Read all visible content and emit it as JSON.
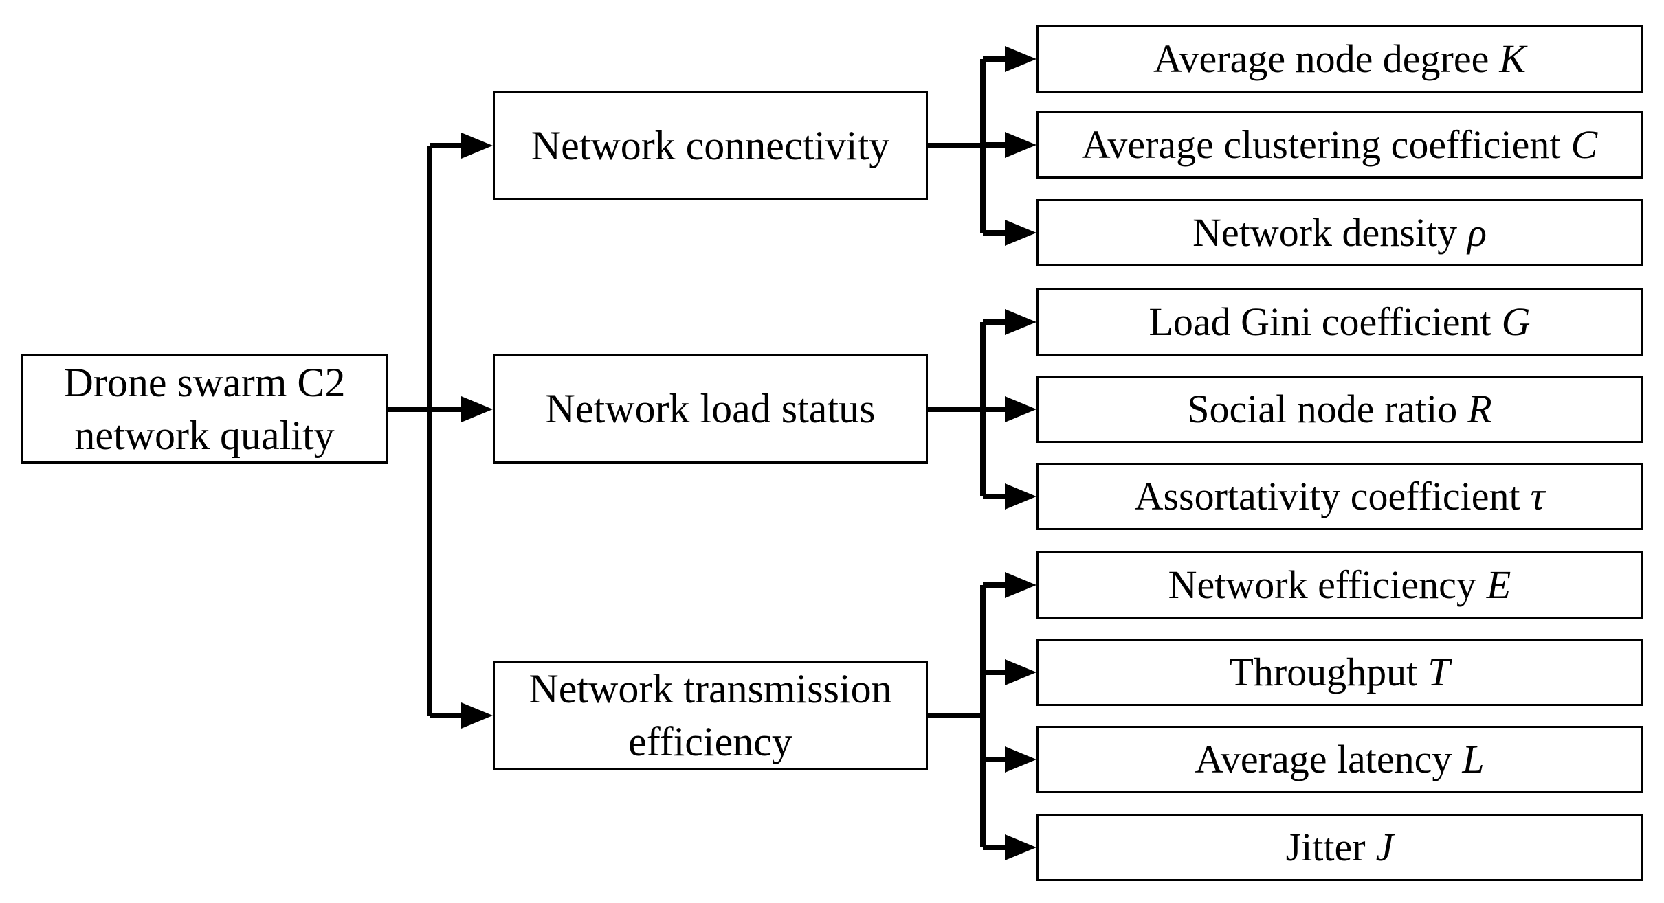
{
  "root": {
    "lines": [
      "Drone swarm C2",
      "network quality"
    ]
  },
  "categories": [
    {
      "label": "Network connectivity",
      "leaves": [
        {
          "text": "Average node degree",
          "symbol": "K"
        },
        {
          "text": "Average clustering coefficient",
          "symbol": "C"
        },
        {
          "text": "Network density",
          "symbol": "ρ"
        }
      ]
    },
    {
      "label": "Network load status",
      "leaves": [
        {
          "text": "Load Gini coefficient",
          "symbol": "G"
        },
        {
          "text": "Social node ratio",
          "symbol": "R"
        },
        {
          "text": "Assortativity coefficient",
          "symbol": "τ"
        }
      ]
    },
    {
      "label": "Network transmission efficiency",
      "leaves": [
        {
          "text": "Network efficiency",
          "symbol": "E"
        },
        {
          "text": "Throughput",
          "symbol": "T"
        },
        {
          "text": "Average latency",
          "symbol": "L"
        },
        {
          "text": "Jitter",
          "symbol": "J"
        }
      ]
    }
  ],
  "colors": {
    "line": "#000000",
    "border": "#000000",
    "background": "#ffffff",
    "text": "#000000"
  }
}
